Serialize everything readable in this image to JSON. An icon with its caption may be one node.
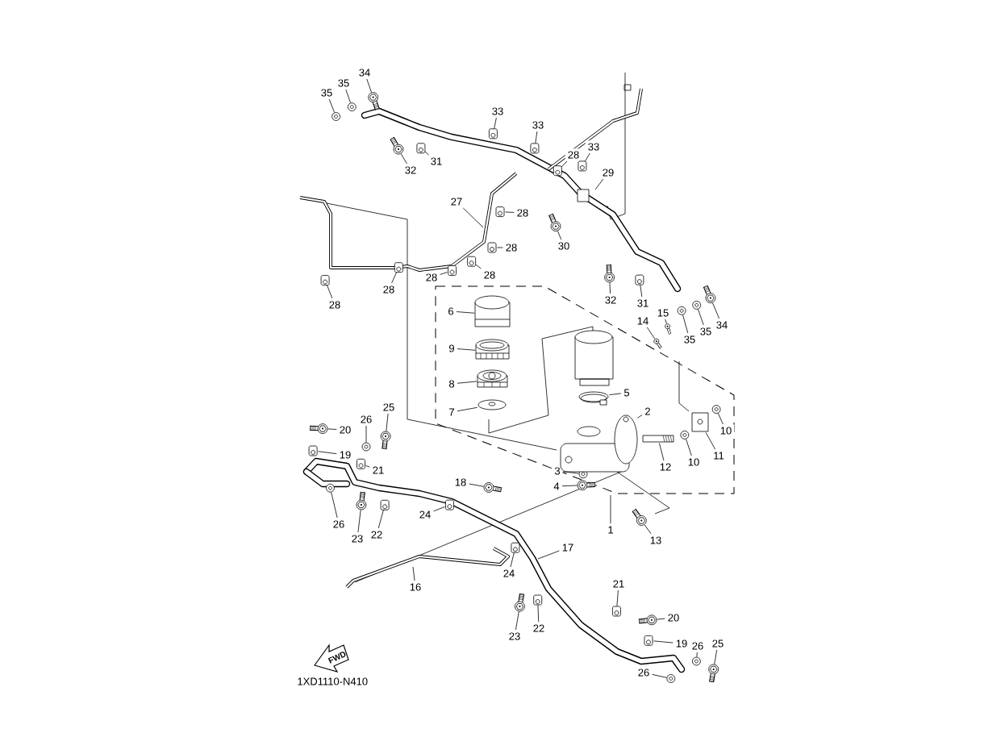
{
  "diagram": {
    "nodes": [
      {
        "text": [
          "34"
        ]
      },
      {
        "text": [
          "35"
        ]
      },
      {
        "text": [
          "35"
        ]
      },
      {
        "text": [
          "33"
        ]
      },
      {
        "text": [
          "33"
        ]
      },
      {
        "text": [
          "33"
        ]
      },
      {
        "text": [
          "31"
        ]
      },
      {
        "text": [
          "32"
        ]
      },
      {
        "text": [
          "28"
        ]
      },
      {
        "text": [
          "29"
        ]
      },
      {
        "text": [
          "27"
        ]
      },
      {
        "text": [
          "28"
        ]
      },
      {
        "text": [
          "30"
        ]
      },
      {
        "text": [
          "28"
        ]
      },
      {
        "text": [
          "28"
        ]
      },
      {
        "text": [
          "28"
        ]
      },
      {
        "text": [
          "28"
        ]
      },
      {
        "text": [
          "28"
        ]
      },
      {
        "text": [
          "32"
        ]
      },
      {
        "text": [
          "31"
        ]
      },
      {
        "text": [
          "15"
        ]
      },
      {
        "text": [
          "14"
        ]
      },
      {
        "text": [
          "34"
        ]
      },
      {
        "text": [
          "35"
        ]
      },
      {
        "text": [
          "35"
        ]
      },
      {
        "text": [
          "6"
        ]
      },
      {
        "text": [
          "9"
        ]
      },
      {
        "text": [
          "8"
        ]
      },
      {
        "text": [
          "7"
        ]
      },
      {
        "text": [
          "5"
        ]
      },
      {
        "text": [
          "2"
        ]
      },
      {
        "text": [
          "10"
        ]
      },
      {
        "text": [
          "10"
        ]
      },
      {
        "text": [
          "11"
        ]
      },
      {
        "text": [
          "12"
        ]
      },
      {
        "text": [
          "3"
        ]
      },
      {
        "text": [
          "4"
        ]
      },
      {
        "text": [
          "1"
        ]
      },
      {
        "text": [
          "13"
        ]
      },
      {
        "text": [
          "18"
        ]
      },
      {
        "text": [
          "20"
        ]
      },
      {
        "text": [
          "19"
        ]
      },
      {
        "text": [
          "26"
        ]
      },
      {
        "text": [
          "25"
        ]
      },
      {
        "text": [
          "21"
        ]
      },
      {
        "text": [
          "26"
        ]
      },
      {
        "text": [
          "23"
        ]
      },
      {
        "text": [
          "22"
        ]
      },
      {
        "text": [
          "24"
        ]
      },
      {
        "text": [
          "17"
        ]
      },
      {
        "text": [
          "24"
        ]
      },
      {
        "text": [
          "16"
        ]
      },
      {
        "text": [
          "21"
        ]
      },
      {
        "text": [
          "22"
        ]
      },
      {
        "text": [
          "23"
        ]
      },
      {
        "text": [
          "20"
        ]
      },
      {
        "text": [
          "19"
        ]
      },
      {
        "text": [
          "26"
        ]
      },
      {
        "text": [
          "25"
        ]
      },
      {
        "text": [
          "26"
        ]
      },
      {
        "text": [],
        "shape": "picture"
      },
      {
        "text": [],
        "shape": "picture"
      },
      {
        "text": [],
        "shape": "picture"
      },
      {
        "text": [],
        "shape": "picture"
      },
      {
        "text": [],
        "shape": "picture"
      },
      {
        "text": [],
        "shape": "picture"
      },
      {
        "text": [],
        "shape": "picture"
      },
      {
        "text": [],
        "shape": "picture"
      },
      {
        "text": [],
        "shape": "picture"
      },
      {
        "text": [],
        "shape": "picture"
      },
      {
        "text": [],
        "shape": "picture"
      },
      {
        "text": [],
        "shape": "picture"
      },
      {
        "text": [],
        "shape": "picture"
      },
      {
        "text": [],
        "shape": "picture"
      },
      {
        "text": [],
        "shape": "picture"
      },
      {
        "text": [],
        "shape": "picture"
      },
      {
        "text": [],
        "shape": "picture"
      },
      {
        "text": [],
        "shape": "picture"
      },
      {
        "text": [],
        "shape": "picture"
      },
      {
        "text": [],
        "shape": "picture"
      },
      {
        "text": [],
        "shape": "picture"
      },
      {
        "text": [],
        "shape": "picture"
      },
      {
        "text": [],
        "shape": "picture"
      },
      {
        "text": [],
        "shape": "picture"
      },
      {
        "text": [],
        "shape": "picture"
      },
      {
        "text": [],
        "shape": "picture"
      },
      {
        "text": [],
        "shape": "picture"
      },
      {
        "text": [],
        "shape": "picture"
      },
      {
        "text": [],
        "shape": "picture"
      },
      {
        "text": [],
        "shape": "picture"
      },
      {
        "text": [],
        "shape": "picture"
      },
      {
        "text": [],
        "shape": "picture"
      },
      {
        "text": [],
        "shape": "picture"
      },
      {
        "text": [],
        "shape": "picture"
      },
      {
        "text": [],
        "shape": "picture"
      },
      {
        "text": [],
        "shape": "picture"
      },
      {
        "text": [],
        "shape": "picture"
      },
      {
        "text": [],
        "shape": "picture"
      },
      {
        "text": [],
        "shape": "picture"
      },
      {
        "text": [],
        "shape": "picture"
      },
      {
        "text": [],
        "shape": "picture"
      },
      {
        "text": [],
        "shape": "picture"
      },
      {
        "text": [],
        "shape": "picture"
      },
      {
        "text": [],
        "shape": "picture"
      },
      {
        "text": [],
        "shape": "picture"
      },
      {
        "text": [],
        "shape": "picture"
      },
      {
        "text": [],
        "shape": "picture"
      },
      {
        "text": [],
        "shape": "picture"
      },
      {
        "text": [],
        "shape": "picture"
      },
      {
        "text": [],
        "shape": "picture"
      },
      {
        "text": [],
        "shape": "picture"
      },
      {
        "text": [],
        "shape": "picture"
      },
      {
        "text": [],
        "shape": "picture"
      },
      {
        "text": [],
        "shape": "picture"
      },
      {
        "text": [],
        "shape": "picture"
      }
    ],
    "edges": [
      {
        "from": 0,
        "to": 60,
        "arrow": "none"
      },
      {
        "from": 1,
        "to": 61,
        "arrow": "none"
      },
      {
        "from": 2,
        "to": 62,
        "arrow": "none"
      },
      {
        "from": 3,
        "to": 63,
        "arrow": "none"
      },
      {
        "from": 4,
        "to": 64,
        "arrow": "none"
      },
      {
        "from": 5,
        "to": 65,
        "arrow": "none"
      },
      {
        "from": 6,
        "to": 66,
        "arrow": "none"
      },
      {
        "from": 7,
        "to": 67,
        "arrow": "none"
      },
      {
        "from": 8,
        "to": 68,
        "arrow": "none"
      },
      {
        "from": 9,
        "to": null,
        "arrow": "none"
      },
      {
        "from": 10,
        "to": null,
        "arrow": "none"
      },
      {
        "from": 11,
        "to": 69,
        "arrow": "none"
      },
      {
        "from": 12,
        "to": 70,
        "arrow": "none"
      },
      {
        "from": 13,
        "to": 71,
        "arrow": "none"
      },
      {
        "from": 14,
        "to": 72,
        "arrow": "none"
      },
      {
        "from": 15,
        "to": 73,
        "arrow": "none"
      },
      {
        "from": 16,
        "to": 74,
        "arrow": "none"
      },
      {
        "from": 17,
        "to": 75,
        "arrow": "none"
      },
      {
        "from": 18,
        "to": 76,
        "arrow": "none"
      },
      {
        "from": 19,
        "to": 77,
        "arrow": "none"
      },
      {
        "from": 20,
        "to": 78,
        "arrow": "none"
      },
      {
        "from": 21,
        "to": 79,
        "arrow": "none"
      },
      {
        "from": 22,
        "to": 80,
        "arrow": "none"
      },
      {
        "from": 23,
        "to": 81,
        "arrow": "none"
      },
      {
        "from": 24,
        "to": 82,
        "arrow": "none"
      },
      {
        "from": 25,
        "to": 107,
        "arrow": "none"
      },
      {
        "from": 26,
        "to": 108,
        "arrow": "none"
      },
      {
        "from": 27,
        "to": 109,
        "arrow": "none"
      },
      {
        "from": 28,
        "to": 110,
        "arrow": "none"
      },
      {
        "from": 29,
        "to": 111,
        "arrow": "none"
      },
      {
        "from": 30,
        "to": 112,
        "arrow": "none"
      },
      {
        "from": 31,
        "to": 83,
        "arrow": "none"
      },
      {
        "from": 32,
        "to": 84,
        "arrow": "none"
      },
      {
        "from": 33,
        "to": 113,
        "arrow": "none"
      },
      {
        "from": 34,
        "to": 114,
        "arrow": "none"
      },
      {
        "from": 35,
        "to": 85,
        "arrow": "none"
      },
      {
        "from": 36,
        "to": 86,
        "arrow": "none"
      },
      {
        "from": 37,
        "to": null,
        "arrow": "none"
      },
      {
        "from": 38,
        "to": 87,
        "arrow": "none"
      },
      {
        "from": 39,
        "to": 88,
        "arrow": "none"
      },
      {
        "from": 40,
        "to": 89,
        "arrow": "none"
      },
      {
        "from": 41,
        "to": 90,
        "arrow": "none"
      },
      {
        "from": 42,
        "to": 91,
        "arrow": "none"
      },
      {
        "from": 43,
        "to": 92,
        "arrow": "none"
      },
      {
        "from": 44,
        "to": 93,
        "arrow": "none"
      },
      {
        "from": 45,
        "to": 94,
        "arrow": "none"
      },
      {
        "from": 46,
        "to": 95,
        "arrow": "none"
      },
      {
        "from": 47,
        "to": 96,
        "arrow": "none"
      },
      {
        "from": 48,
        "to": 97,
        "arrow": "none"
      },
      {
        "from": 49,
        "to": null,
        "arrow": "none"
      },
      {
        "from": 50,
        "to": 98,
        "arrow": "none"
      },
      {
        "from": 51,
        "to": null,
        "arrow": "none"
      },
      {
        "from": 52,
        "to": 99,
        "arrow": "none"
      },
      {
        "from": 53,
        "to": 100,
        "arrow": "none"
      },
      {
        "from": 54,
        "to": 101,
        "arrow": "none"
      },
      {
        "from": 55,
        "to": 102,
        "arrow": "none"
      },
      {
        "from": 56,
        "to": 103,
        "arrow": "none"
      },
      {
        "from": 57,
        "to": 104,
        "arrow": "none"
      },
      {
        "from": 58,
        "to": 105,
        "arrow": "none"
      },
      {
        "from": 59,
        "to": 106,
        "arrow": "none"
      }
    ],
    "labels": [
      "FWD",
      "1XD1110-N410"
    ]
  }
}
